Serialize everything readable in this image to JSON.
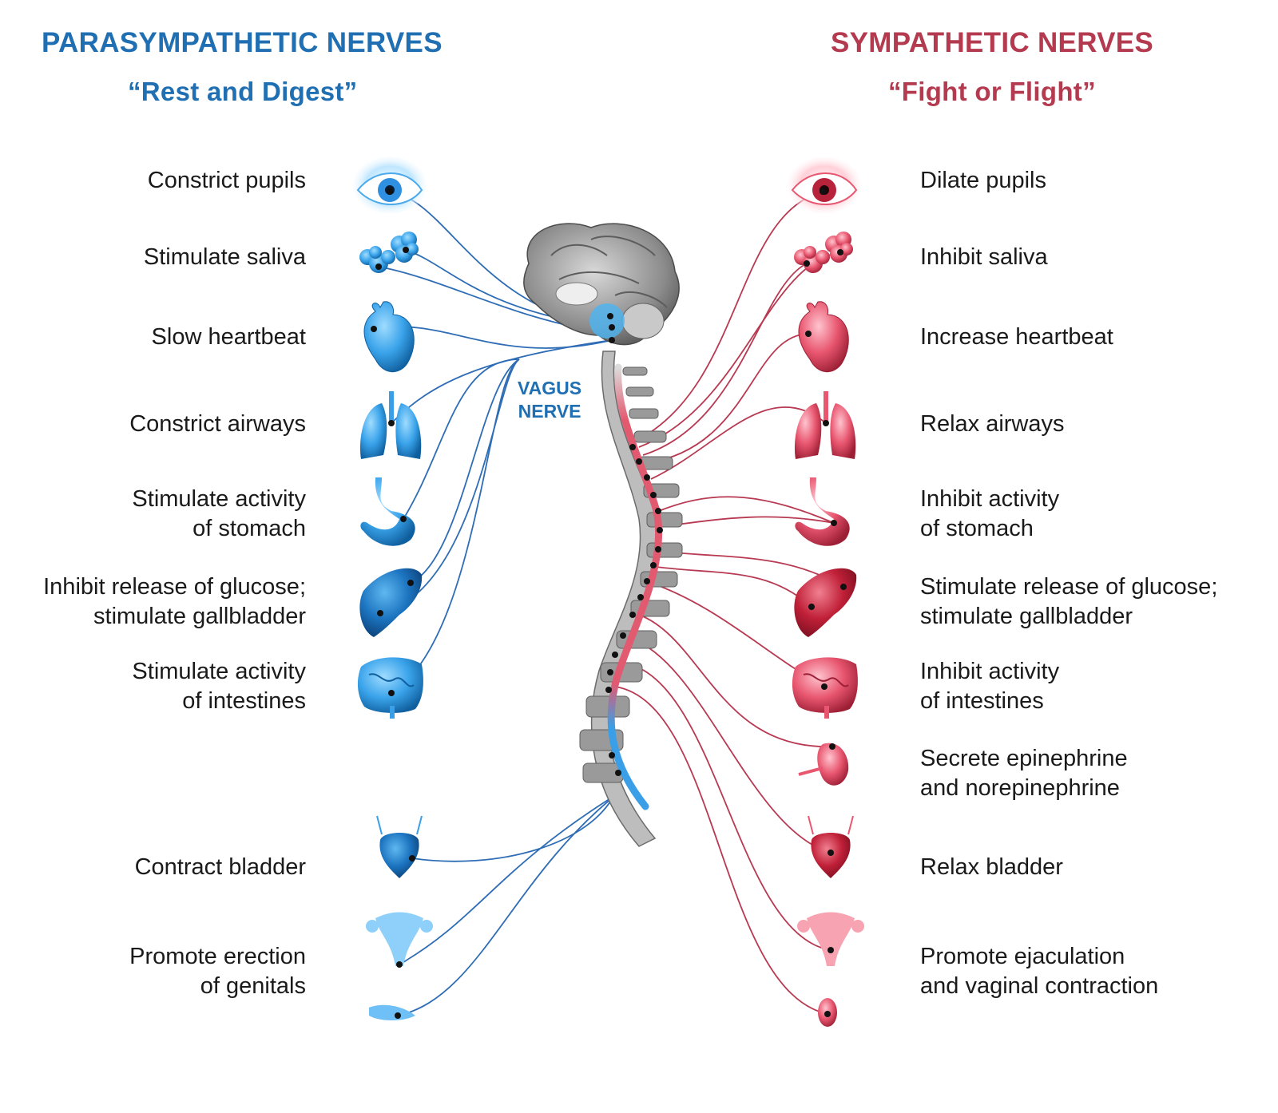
{
  "parasympathetic": {
    "title": "PARASYMPATHETIC NERVES",
    "subtitle": "“Rest and Digest”",
    "color": "#1f6fb2",
    "items": [
      {
        "line1": "Constrict pupils",
        "line2": "",
        "organ": "eye-icon"
      },
      {
        "line1": "Stimulate saliva",
        "line2": "",
        "organ": "salivary-gland-icon"
      },
      {
        "line1": "Slow heartbeat",
        "line2": "",
        "organ": "heart-icon"
      },
      {
        "line1": "Constrict airways",
        "line2": "",
        "organ": "lungs-icon"
      },
      {
        "line1": "Stimulate activity",
        "line2": "of stomach",
        "organ": "stomach-icon"
      },
      {
        "line1": "Inhibit release of glucose;",
        "line2": "stimulate gallbladder",
        "organ": "liver-icon"
      },
      {
        "line1": "Stimulate activity",
        "line2": "of intestines",
        "organ": "intestines-icon"
      },
      {
        "line1": "Contract bladder",
        "line2": "",
        "organ": "bladder-icon"
      },
      {
        "line1": "Promote erection",
        "line2": "of genitals",
        "organ": "genitals-icon"
      }
    ]
  },
  "sympathetic": {
    "title": "SYMPATHETIC NERVES",
    "subtitle": "“Fight or Flight”",
    "color": "#b43a4f",
    "items": [
      {
        "line1": "Dilate pupils",
        "line2": "",
        "organ": "eye-icon"
      },
      {
        "line1": "Inhibit saliva",
        "line2": "",
        "organ": "salivary-gland-icon"
      },
      {
        "line1": "Increase heartbeat",
        "line2": "",
        "organ": "heart-icon"
      },
      {
        "line1": "Relax airways",
        "line2": "",
        "organ": "lungs-icon"
      },
      {
        "line1": "Inhibit activity",
        "line2": "of stomach",
        "organ": "stomach-icon"
      },
      {
        "line1": "Stimulate release of glucose;",
        "line2": "stimulate gallbladder",
        "organ": "liver-icon"
      },
      {
        "line1": "Inhibit activity",
        "line2": "of intestines",
        "organ": "intestines-icon"
      },
      {
        "line1": "Secrete epinephrine",
        "line2": "and norepinephrine",
        "organ": "adrenal-gland-icon"
      },
      {
        "line1": "Relax bladder",
        "line2": "",
        "organ": "bladder-icon"
      },
      {
        "line1": "Promote ejaculation",
        "line2": "and vaginal contraction",
        "organ": "genitals-icon"
      }
    ]
  },
  "center": {
    "vagus_line1": "VAGUS",
    "vagus_line2": "NERVE",
    "brain_icon": "brain-icon",
    "spine_icon": "spine-icon"
  }
}
